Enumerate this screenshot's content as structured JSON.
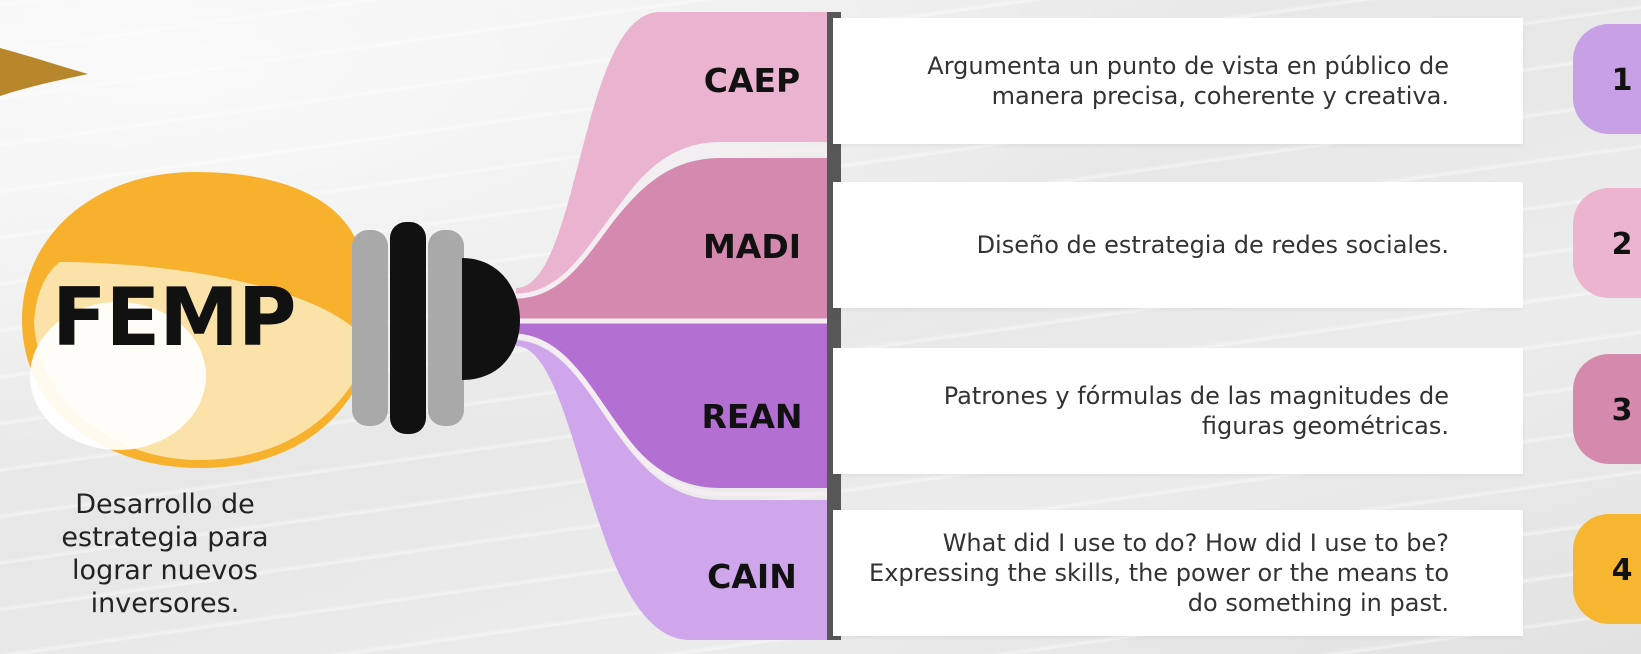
{
  "hub": {
    "title": "FEMP",
    "subtitle": "Desarrollo de estrategia para lograr nuevos inversores."
  },
  "branches": [
    {
      "label": "CAEP",
      "description": "Argumenta un punto de vista en público de manera precisa, coherente y creativa.",
      "number": "1",
      "branch_color": "#eab3cf",
      "badge_color": "#c8a0e6"
    },
    {
      "label": "MADI",
      "description": "Diseño de estrategia de redes sociales.",
      "number": "2",
      "branch_color": "#d689ae",
      "badge_color": "#ecb4cf"
    },
    {
      "label": "REAN",
      "description": "Patrones y fórmulas de las magnitudes de figuras geométricas.",
      "number": "3",
      "branch_color": "#b36fd1",
      "badge_color": "#d58aad"
    },
    {
      "label": "CAIN",
      "description": "What did I use to do? How did I use to be? Expressing the skills, the power or the means to do something in past.",
      "number": "4",
      "branch_color": "#cfa5ec",
      "badge_color": "#f7b630"
    }
  ],
  "colors": {
    "bulb_yellow": "#f7b12d",
    "bulb_light": "#fbe2a8",
    "socket_gray": "#a9a9a9",
    "socket_dark": "#111111",
    "divider": "#575757"
  }
}
